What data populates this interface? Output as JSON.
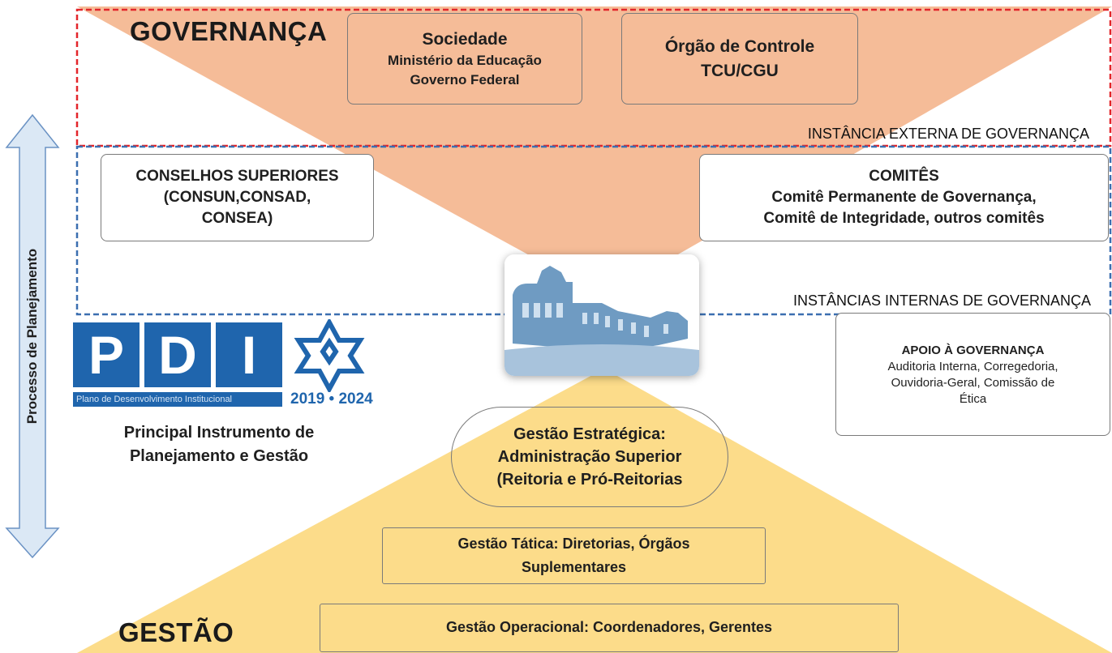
{
  "governance": {
    "title": "GOVERNANÇA",
    "external_label": "INSTÂNCIA EXTERNA DE GOVERNANÇA",
    "internal_label": "INSTÂNCIAS INTERNAS DE GOVERNANÇA",
    "sociedade": {
      "title": "Sociedade",
      "line1": "Ministério da Educação",
      "line2": "Governo Federal"
    },
    "orgao": {
      "title": "Órgão de Controle",
      "line1": "TCU/CGU"
    },
    "conselhos": {
      "line1": "CONSELHOS SUPERIORES",
      "line2": "(CONSUN,CONSAD,",
      "line3": "CONSEA)"
    },
    "comites": {
      "line1": "COMITÊS",
      "line2": "Comitê Permanente de Governança,",
      "line3": "Comitê de Integridade, outros comitês"
    },
    "apoio": {
      "title": "APOIO À GOVERNANÇA",
      "line1": "Auditoria Interna, Corregedoria,",
      "line2": "Ouvidoria-Geral, Comissão de",
      "line3": "Ética"
    }
  },
  "side_arrow": {
    "label": "Processo de Planejamento"
  },
  "pdi": {
    "letters": [
      "P",
      "D",
      "I"
    ],
    "subtitle": "Plano de Desenvolvimento Institucional",
    "years": "2019 • 2024",
    "caption_line1": "Principal Instrumento de",
    "caption_line2": "Planejamento e Gestão"
  },
  "management": {
    "title": "GESTÃO",
    "estrategica": {
      "line1": "Gestão Estratégica:",
      "line2": "Administração Superior",
      "line3": "(Reitoria e Pró-Reitorias"
    },
    "tatica": {
      "line1": "Gestão Tática: Diretorias, Órgãos",
      "line2": "Suplementares"
    },
    "operacional": {
      "line1": "Gestão Operacional: Coordenadores, Gerentes"
    }
  },
  "colors": {
    "governance_triangle": "#f5bc98",
    "management_triangle": "#fcdc8a",
    "external_border": "#e3262b",
    "internal_border": "#3b6fb0",
    "pdi_blue": "#1f65ad",
    "arrow_fill": "#dbe8f5",
    "arrow_stroke": "#6a92c4"
  }
}
